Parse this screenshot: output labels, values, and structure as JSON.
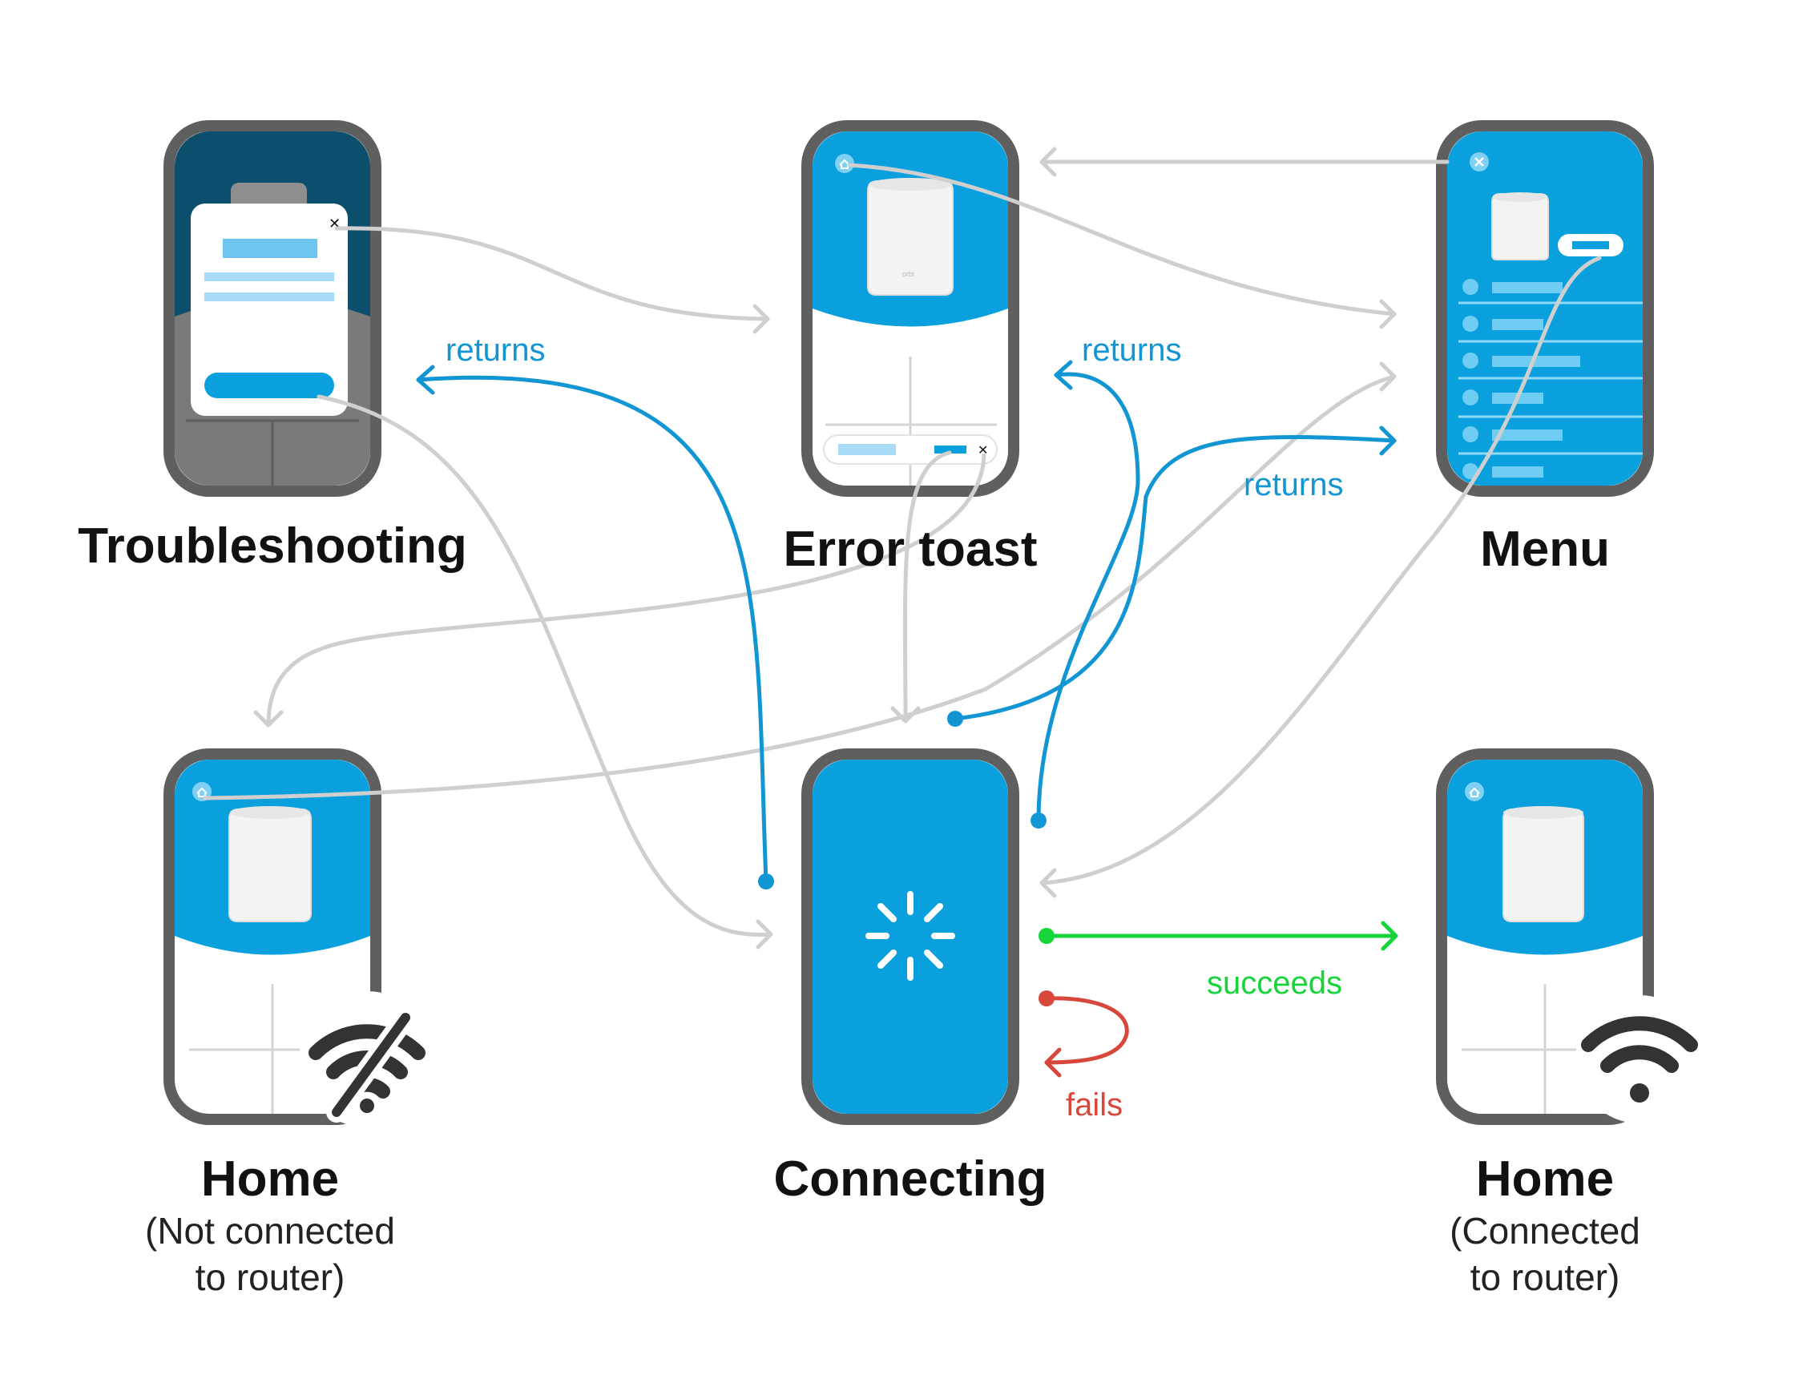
{
  "colors": {
    "blue": "#0aa0dd",
    "frame": "#5f5f5f",
    "link_gray": "#cfcfcf",
    "link_blue": "#1196d3",
    "success_green": "#18d43b",
    "fail_red": "#d8473b",
    "text": "#111111"
  },
  "screens": {
    "troubleshooting": {
      "title": "Troubleshooting"
    },
    "error_toast": {
      "title": "Error toast"
    },
    "menu": {
      "title": "Menu"
    },
    "home_disconnected": {
      "title": "Home",
      "subtitle_line1": "(Not connected",
      "subtitle_line2": "to router)",
      "status_icon": "wifi-off-icon"
    },
    "connecting": {
      "title": "Connecting",
      "status_icon": "spinner-icon"
    },
    "home_connected": {
      "title": "Home",
      "subtitle_line1": "(Connected",
      "subtitle_line2": "to router)",
      "status_icon": "wifi-icon"
    }
  },
  "transitions": {
    "returns_to_troubleshooting": "returns",
    "returns_to_error_toast": "returns",
    "returns_to_menu": "returns",
    "succeeds": "succeeds",
    "fails": "fails"
  },
  "device_brand": "orbi"
}
